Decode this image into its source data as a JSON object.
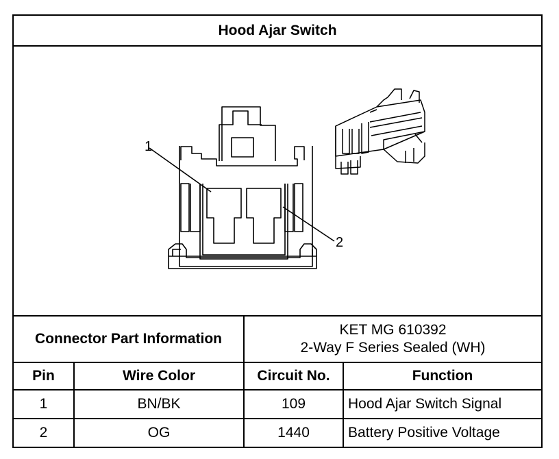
{
  "title": "Hood Ajar Switch",
  "callouts": [
    "1",
    "2"
  ],
  "connector_info": {
    "label": "Connector Part Information",
    "part_number": "KET MG 610392",
    "description": "2-Way F Series Sealed (WH)"
  },
  "columns": [
    "Pin",
    "Wire Color",
    "Circuit No.",
    "Function"
  ],
  "rows": [
    {
      "pin": "1",
      "wire_color": "BN/BK",
      "circuit": "109",
      "function": "Hood Ajar Switch Signal"
    },
    {
      "pin": "2",
      "wire_color": "OG",
      "circuit": "1440",
      "function": "Battery Positive Voltage"
    }
  ]
}
